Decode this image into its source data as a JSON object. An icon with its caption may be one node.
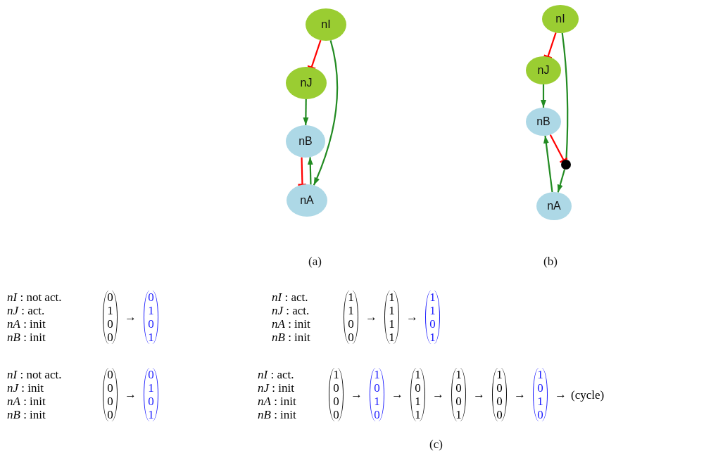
{
  "diagram": {
    "caption": "(c)",
    "nodes": [
      {
        "text": [
          "nI"
        ]
      },
      {
        "text": [
          "nJ"
        ]
      },
      {
        "text": [
          "nB"
        ]
      },
      {
        "text": [
          "nA"
        ]
      },
      {
        "text": [
          "nI"
        ]
      },
      {
        "text": [
          "nJ"
        ]
      },
      {
        "text": [
          "nB"
        ]
      },
      {
        "text": [],
        "shape": "circle"
      },
      {
        "text": [
          "nA"
        ]
      }
    ],
    "edges": [
      {
        "from": 0,
        "to": 1,
        "arrow": "other",
        "color": "#ff0000"
      },
      {
        "from": 0,
        "to": 3,
        "arrow": "to"
      },
      {
        "from": 1,
        "to": 2,
        "arrow": "to"
      },
      {
        "from": 2,
        "to": 3,
        "arrow": "other",
        "color": "#ff0000"
      },
      {
        "from": 3,
        "to": 2,
        "arrow": "to"
      },
      {
        "from": 4,
        "to": 5,
        "arrow": "other",
        "color": "#ff0000"
      },
      {
        "from": 4,
        "to": 7,
        "arrow": "none"
      },
      {
        "from": 5,
        "to": 6,
        "arrow": "to"
      },
      {
        "from": 6,
        "to": 7,
        "arrow": "other",
        "color": "#ff0000"
      },
      {
        "from": 7,
        "to": 8,
        "arrow": "to"
      },
      {
        "from": 8,
        "to": 6,
        "arrow": "to"
      }
    ],
    "labels": [
      "(a)",
      "(b)",
      "*nI* : not act.",
      "*nJ* : act.",
      "*nA* : init",
      "*nB* : init",
      "0 1 0 0",
      "→",
      "0 1 0 1",
      "*nI* : act.",
      "*nJ* : act.",
      "*nA* : init",
      "*nB* : init",
      "1 1 0 0",
      "→",
      "1 1 1 1",
      "→",
      "1 1 0 1",
      "*nI* : not act.",
      "*nJ* : init",
      "*nA* : init",
      "*nB* : init",
      "0 0 0 0",
      "→",
      "0 1 0 1",
      "*nI* : act.",
      "*nJ* : init",
      "*nA* : init",
      "*nB* : init",
      "1 0 0 0",
      "→",
      "1 0 1 0",
      "→",
      "1 0 1 1",
      "→",
      "1 0 0 1",
      "→",
      "1 0 0 0",
      "→",
      "1 0 1 0",
      "→",
      "(cycle)"
    ]
  }
}
